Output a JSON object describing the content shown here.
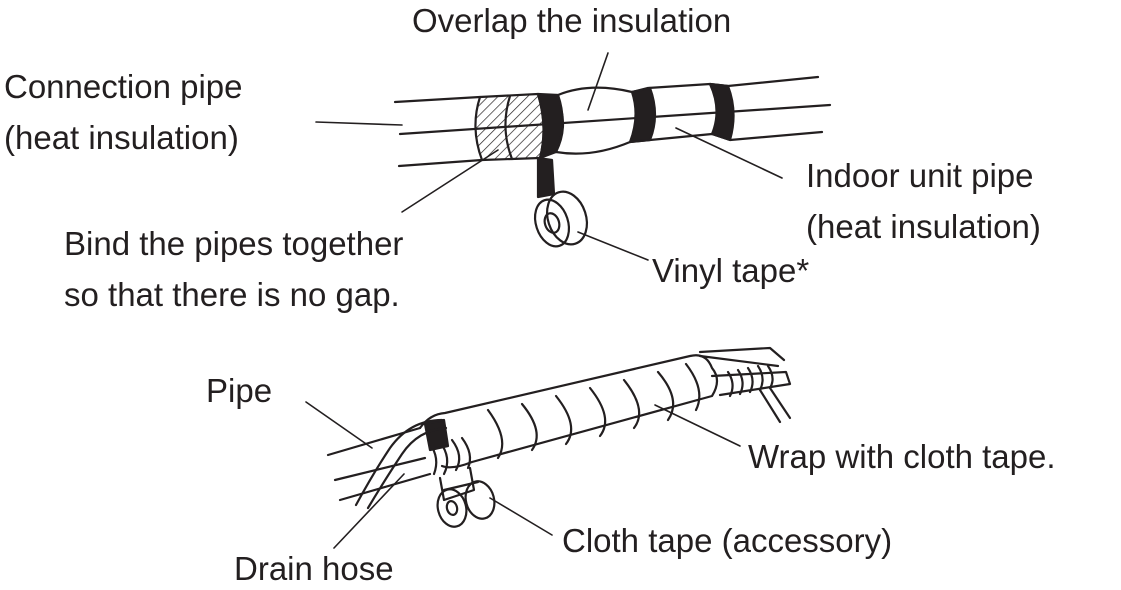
{
  "labels": {
    "overlap": "Overlap the insulation",
    "connection_line1": "Connection pipe",
    "connection_line2": "(heat insulation)",
    "indoor_line1": "Indoor unit pipe",
    "indoor_line2": "(heat insulation)",
    "bind_line1": "Bind the pipes together",
    "bind_line2": "so that there is no gap.",
    "vinyl": "Vinyl tape*",
    "pipe": "Pipe",
    "wrap": "Wrap with cloth tape.",
    "cloth": "Cloth tape (accessory)",
    "drain": "Drain hose"
  }
}
